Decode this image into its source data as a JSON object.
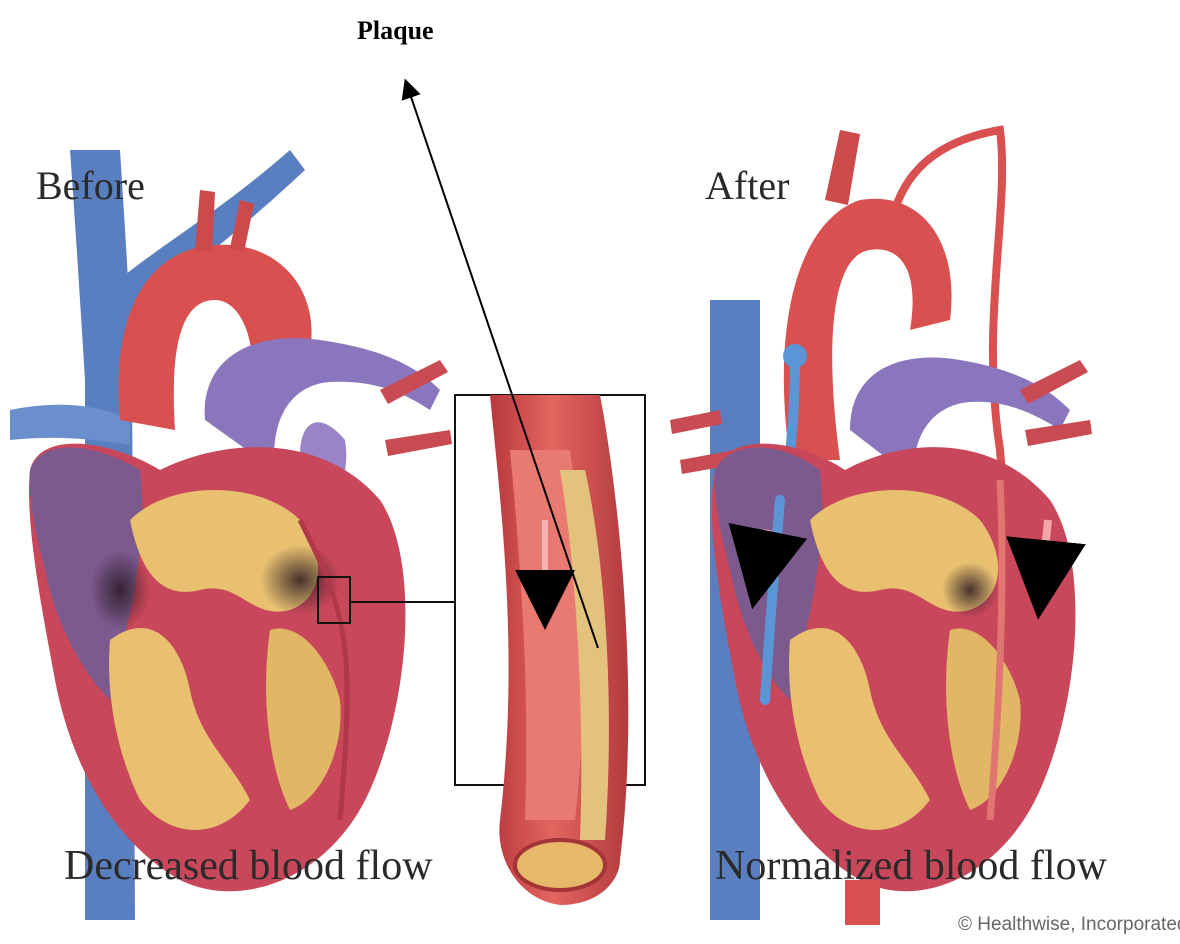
{
  "annotation": {
    "label": "Plaque"
  },
  "panels": {
    "before": {
      "title": "Before",
      "caption": "Decreased blood flow"
    },
    "after": {
      "title": "After",
      "caption": "Normalized blood flow"
    }
  },
  "credit": "© Healthwise, Incorporated",
  "colors": {
    "vein": "#5a7fc0",
    "artery": "#d8504f",
    "vessel_violet": "#8a76bd",
    "muscle": "#c8475a",
    "fat": "#e8c070",
    "plaque": "#e2c27c",
    "bypass_graft": "#5b95d6"
  }
}
